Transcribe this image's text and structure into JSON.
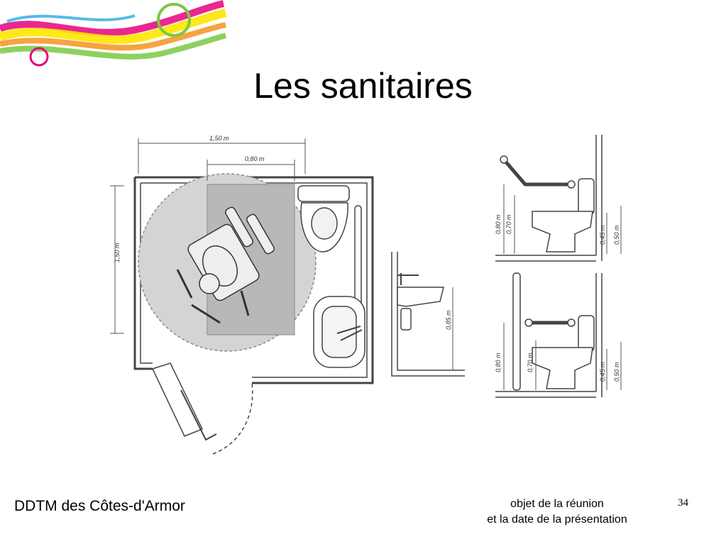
{
  "slide": {
    "title": "Les sanitaires",
    "footer_left": "DDTM des Côtes-d'Armor",
    "footer_center_line1": "objet de la réunion",
    "footer_center_line2": "et la date de la présentation",
    "page_number": "34"
  },
  "figure": {
    "dimensions": {
      "width_total": "1,50 m",
      "width_zone": "0,80 m",
      "depth": "1,50 m",
      "grab_bar_height_top": "0,80 m",
      "grab_bar_height_top_2": "0,70 m",
      "seat_height_top": "0,45 m",
      "seat_height_top_2": "0,50 m",
      "sink_height": "0,85 m",
      "grab_bar_height_bottom": "0,80 m",
      "grab_bar_height_bottom_2": "0,70 m",
      "seat_height_bottom": "0,45 m",
      "seat_height_bottom_2": "0,50 m"
    }
  },
  "colors": {
    "accent_green": "#7ac943",
    "accent_pink": "#e6007e",
    "accent_yellow": "#ffe600",
    "accent_orange": "#f7931e",
    "accent_cyan": "#29abe2",
    "turning_circle": "#d4d4d4",
    "zone_rect": "#b8b8b8"
  }
}
